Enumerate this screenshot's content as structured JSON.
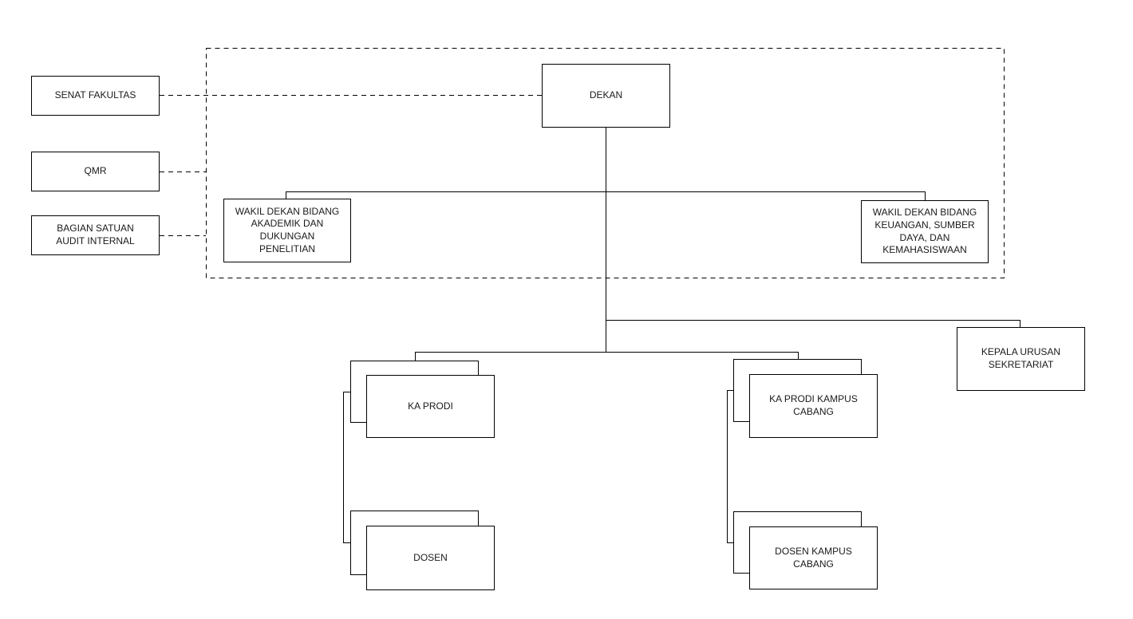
{
  "org_chart": {
    "nodes": {
      "senat_fakultas": "SENAT FAKULTAS",
      "qmr": "QMR",
      "bagian_satuan_audit_internal": "BAGIAN SATUAN AUDIT INTERNAL",
      "dekan": "DEKAN",
      "wakil_dekan_akademik": "WAKIL DEKAN BIDANG AKADEMIK DAN DUKUNGAN PENELITIAN",
      "wakil_dekan_keuangan": "WAKIL DEKAN BIDANG KEUANGAN, SUMBER DAYA, DAN KEMAHASISWAAN",
      "kepala_urusan_sekretariat": "KEPALA URUSAN SEKRETARIAT",
      "ka_prodi": "KA PRODI",
      "ka_prodi_kampus_cabang": "KA PRODI KAMPUS CABANG",
      "dosen": "DOSEN",
      "dosen_kampus_cabang": "DOSEN KAMPUS CABANG"
    },
    "edges": {
      "solid": [
        "DEKAN - WAKIL DEKAN BIDANG AKADEMIK DAN DUKUNGAN PENELITIAN",
        "DEKAN - WAKIL DEKAN BIDANG KEUANGAN, SUMBER DAYA, DAN KEMAHASISWAAN",
        "DEKAN - KEPALA URUSAN SEKRETARIAT",
        "DEKAN - KA PRODI",
        "DEKAN - KA PRODI KAMPUS CABANG",
        "KA PRODI - DOSEN",
        "KA PRODI KAMPUS CABANG - DOSEN KAMPUS CABANG"
      ],
      "dashed": [
        "SENAT FAKULTAS - DEKAN",
        "QMR - (dashed boundary)",
        "BAGIAN SATUAN AUDIT INTERNAL - (dashed boundary)"
      ]
    },
    "colors": {
      "line": "#000000",
      "box_border": "#000000",
      "box_fill": "#ffffff",
      "text": "#1a1a1a",
      "background": "#ffffff"
    }
  }
}
